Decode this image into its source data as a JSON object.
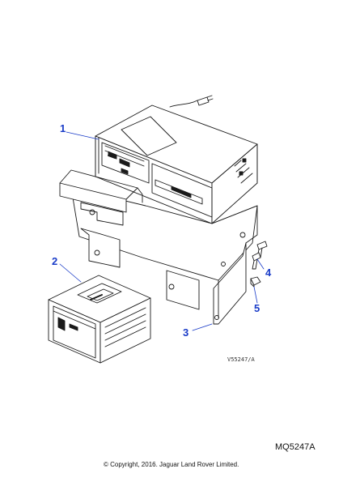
{
  "callouts": {
    "c1": "1",
    "c2": "2",
    "c3": "3",
    "c4": "4",
    "c5": "5"
  },
  "drawing_ref": "V55247/A",
  "part_code": "MQ5247A",
  "copyright": "© Copyright, 2016. Jaguar Land Rover Limited.",
  "colors": {
    "callout": "#1a3cc8",
    "line": "#1a1a1a"
  }
}
